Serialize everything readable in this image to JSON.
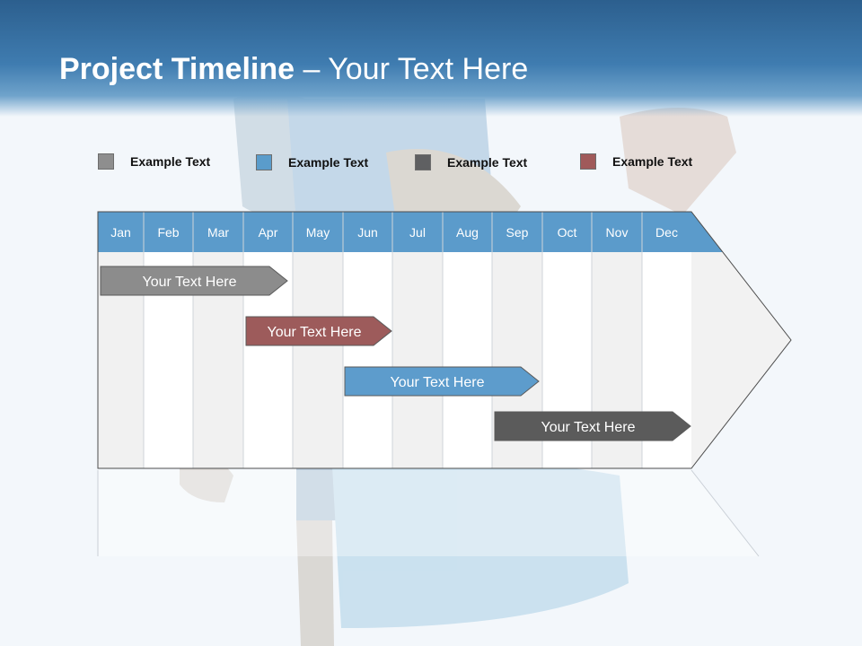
{
  "title": {
    "bold": "Project Timeline",
    "rest": " – Your Text Here"
  },
  "legend": [
    {
      "label": "Example Text",
      "color": "#8e8e8e"
    },
    {
      "label": "Example Text",
      "color": "#5a9ccb"
    },
    {
      "label": "Example Text",
      "color": "#5f6062"
    },
    {
      "label": "Example Text",
      "color": "#a05a5a"
    }
  ],
  "months": [
    "Jan",
    "Feb",
    "Mar",
    "Apr",
    "May",
    "Jun",
    "Jul",
    "Aug",
    "Sep",
    "Oct",
    "Nov",
    "Dec"
  ],
  "tasks": [
    {
      "label": "Your  Text Here",
      "color": "#8c8c8c"
    },
    {
      "label": "Your  Text Here",
      "color": "#9d5b5b"
    },
    {
      "label": "Your  Text Here",
      "color": "#5d9ccc"
    },
    {
      "label": "Your  Text Here",
      "color": "#5b5b5b"
    }
  ],
  "colors": {
    "header": "#3f7cb0",
    "month_header": "#5b9bcb",
    "column_alt": "#f1f1f1"
  }
}
